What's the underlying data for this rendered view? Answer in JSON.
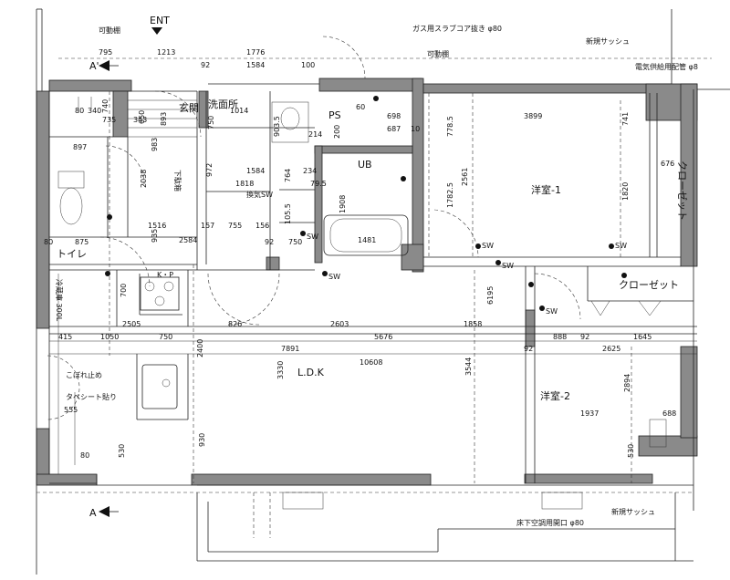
{
  "entrance": {
    "ent_label": "ENT",
    "genkan": "玄関"
  },
  "notes": {
    "gas_pipe": "ガス用スラブコア抜き φ80",
    "kadodana_top": "可動棚",
    "kadodana_right": "可動棚",
    "new_sash_top": "新規サッシュ",
    "new_sash_bottom": "新規サッシュ",
    "elec_pipe": "電気供給用配管 φ8",
    "floor_ac": "床下空調用開口 φ80",
    "kobore": "こぼれ止め",
    "tapeseat": "タペシート貼り",
    "reizoko": "冷蔵庫 300L",
    "ventilation": "換気SW",
    "kp": "K・P"
  },
  "rooms": {
    "washroom": "洗面所",
    "ps": "PS",
    "ub": "UB",
    "toilet": "トイレ",
    "ldk": "L.D.K",
    "yoshitsu1": "洋室-1",
    "yoshitsu2": "洋室-2",
    "closet1": "クローゼット",
    "closet2": "クローゼット",
    "shoes": "下駄箱"
  },
  "section_marks": {
    "a_top": "A'",
    "a_bottom": "A"
  },
  "switch_label": "SW",
  "dimensions": {
    "d795": "795",
    "d1213": "1213",
    "d1776": "1776",
    "d1584a": "1584",
    "d100": "100",
    "d92a": "92",
    "d1014": "1014",
    "d750a": "750",
    "d903": "903.5",
    "d60": "60",
    "d698": "698",
    "d687": "687",
    "d10": "10",
    "d778": "778.5",
    "d3899": "3899",
    "d741": "741",
    "d200": "200",
    "d214": "214",
    "d340": "340",
    "d735": "735",
    "d343": "343",
    "d740": "740",
    "d650": "650",
    "d893": "893",
    "d80a": "80",
    "d897": "897",
    "d983": "983",
    "d2038": "2038",
    "d972": "972",
    "d1584b": "1584",
    "d1818": "1818",
    "d764": "764",
    "d234": "234",
    "d795b": "79.5",
    "d2561": "2561",
    "d1782": "1782.5",
    "d1820": "1820",
    "d676": "676",
    "d1908": "1908",
    "d1516": "1516",
    "d157": "157",
    "d755": "755",
    "d156": "156",
    "d1055": "105.5",
    "d1481": "1481",
    "d80b": "80",
    "d875": "875",
    "d935": "935",
    "d2584": "2584",
    "d92b": "92",
    "d750b": "750",
    "d6195": "6195",
    "d700": "700",
    "d2505": "2505",
    "d826": "826",
    "d2603": "2603",
    "d1858": "1858",
    "d415": "415",
    "d1050": "1050",
    "d750c": "750",
    "d2400": "2400",
    "d7891": "7891",
    "d5676": "5676",
    "d92c": "92",
    "d888": "888",
    "d92d": "92",
    "d1645": "1645",
    "d2625": "2625",
    "d10608": "10608",
    "d3330": "3330",
    "d3544": "3544",
    "d2894": "2894",
    "d555": "555",
    "d1937": "1937",
    "d688": "688",
    "d930": "930",
    "d530a": "530",
    "d530b": "530",
    "d80c": "80"
  }
}
